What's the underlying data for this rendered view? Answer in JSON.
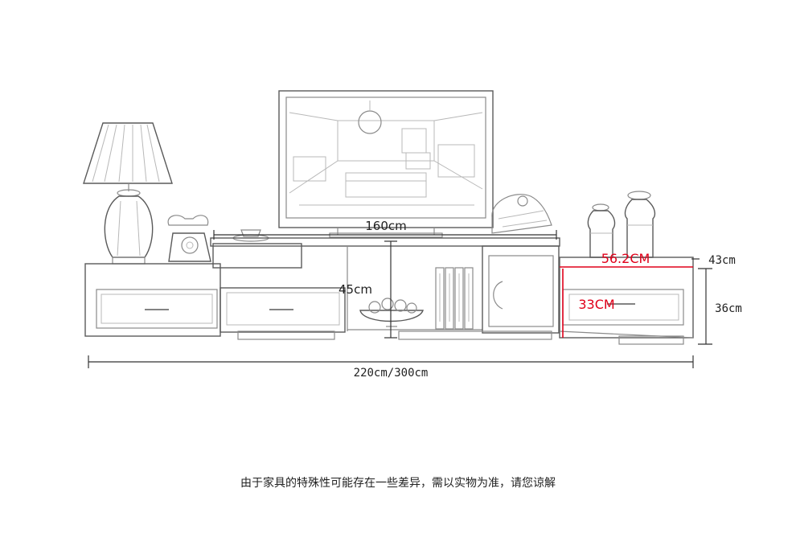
{
  "dimensions": {
    "tv_width": "160cm",
    "cabinet_width": "220cm/300cm",
    "shelf_height": "45cm",
    "side_depth": "43cm",
    "side_height": "36cm",
    "drawer_width": "56.2CM",
    "drawer_height": "33CM"
  },
  "caption": "由于家具的特殊性可能存在一些差异，需以实物为准，请您谅解",
  "colors": {
    "sketch": "#8a8a8a",
    "dimension_line": "#333333",
    "highlight": "#e0001a"
  }
}
